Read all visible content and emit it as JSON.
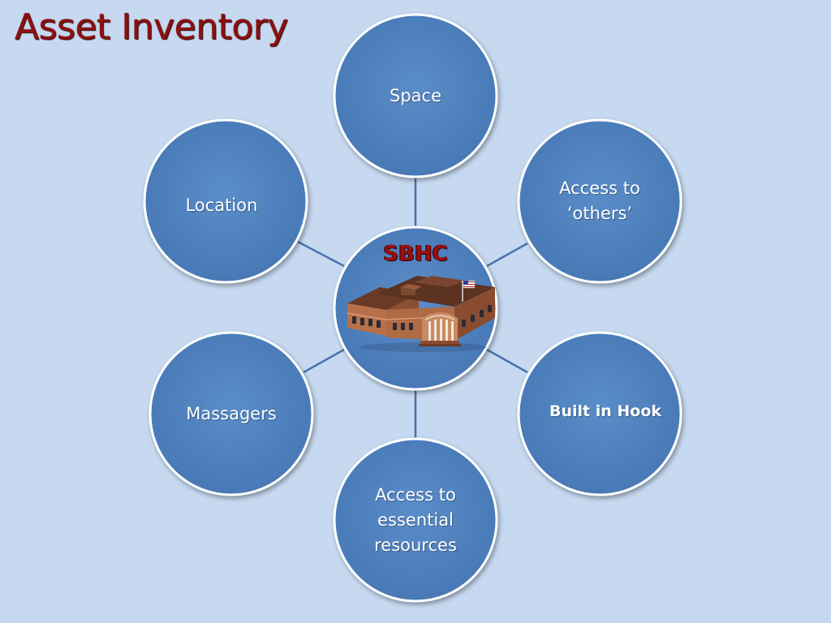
{
  "slide": {
    "title": "Asset Inventory",
    "center": {
      "label": "SBHC",
      "icon": "school-building-icon"
    },
    "nodes": [
      {
        "id": "space",
        "label": "Space",
        "bold": false
      },
      {
        "id": "access-to-others",
        "label": "Access to\n‘others’",
        "bold": false
      },
      {
        "id": "built-in-hook",
        "label": "Built in Hook",
        "bold": true
      },
      {
        "id": "access-to-essential-resources",
        "label": "Access to\nessential\nresources",
        "bold": false
      },
      {
        "id": "massagers",
        "label": "Massagers",
        "bold": false
      },
      {
        "id": "location",
        "label": "Location",
        "bold": false
      }
    ]
  },
  "colors": {
    "background": "#c6d9f0",
    "circle_fill": "#4f81bd",
    "circle_stroke": "#ffffff",
    "connector": "#4a72a8",
    "title": "#8b1010",
    "center_label": "#9b0d0d"
  }
}
